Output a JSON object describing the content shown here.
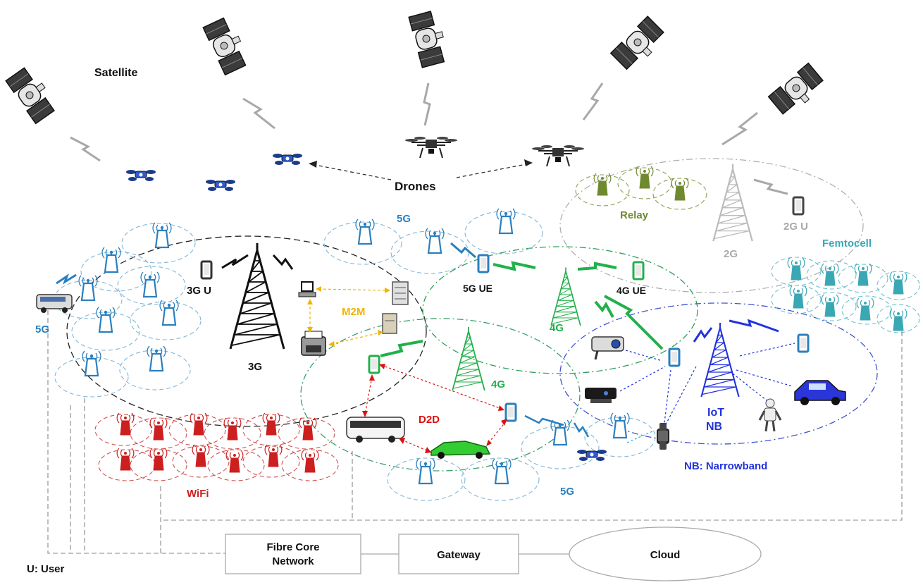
{
  "labels": {
    "satellite": "Satellite",
    "drones": "Drones",
    "relay": "Relay",
    "two_g_u": "2G U",
    "two_g": "2G",
    "femtocell": "Femtocell",
    "five_g_top": "5G",
    "five_g_left": "5G",
    "five_g_bottom": "5G",
    "three_g_u": "3G U",
    "three_g": "3G",
    "m2m": "M2M",
    "five_g_ue": "5G UE",
    "four_g_ue": "4G UE",
    "four_g_upper": "4G",
    "four_g_lower": "4G",
    "iot": "IoT",
    "nb": "NB",
    "d2d": "D2D",
    "wifi": "WiFi",
    "nb_narrowband": "NB: Narrowband",
    "fibre_line1": "Fibre Core",
    "fibre_line2": "Network",
    "gateway": "Gateway",
    "cloud": "Cloud",
    "u_user": "U: User"
  },
  "colors": {
    "five_g": "#2a7fbf",
    "four_g": "#22b04b",
    "wifi": "#cc1f1f",
    "m2m": "#f0b400",
    "relay": "#6f8a2e",
    "femtocell": "#3aa7b5",
    "iot": "#2233dd",
    "d2d": "#dd1111",
    "two_g": "#a8a8a8",
    "black": "#111111"
  },
  "icons": [
    "satellite-icon",
    "drone-icon",
    "cell-tower-icon",
    "small-cell-icon",
    "phone-icon",
    "server-icon",
    "computer-icon",
    "printer-icon",
    "bus-icon",
    "car-icon",
    "sports-car-icon",
    "robot-icon",
    "camera-icon",
    "smartwatch-icon",
    "van-icon"
  ]
}
